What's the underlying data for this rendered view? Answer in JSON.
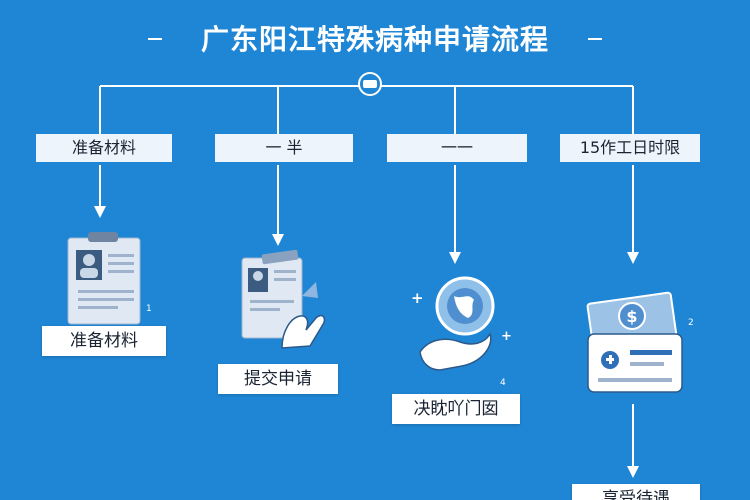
{
  "title": "广东阳江特殊病种申请流程",
  "colors": {
    "background": "#1f86d6",
    "line": "#ffffff",
    "label_bg": "#eef4fb"
  },
  "steps": [
    {
      "top_label": "准备材料",
      "box_label": "准备材料",
      "num": "1",
      "icon": "document-profile-icon"
    },
    {
      "top_label": "一 半",
      "box_label": "提交申请",
      "num": "",
      "icon": "hand-holding-document-icon"
    },
    {
      "top_label": "一一",
      "box_label": "决眈吖门囡",
      "num": "4",
      "icon": "hand-holding-globe-icon"
    },
    {
      "top_label": "15作工日时限",
      "box_label": "享受待遇",
      "num": "2",
      "icon": "money-card-icon"
    }
  ]
}
